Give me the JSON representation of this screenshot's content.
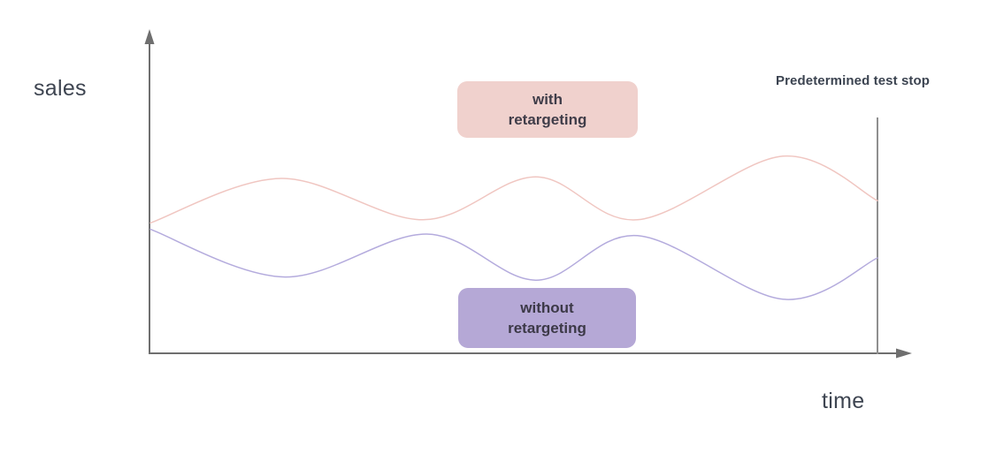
{
  "page": {
    "background": "#ffffff"
  },
  "chart_data": {
    "type": "line",
    "title": "",
    "xlabel": "time",
    "ylabel": "sales",
    "annotation": "Predetermined test stop",
    "axes_numeric": false,
    "grid": false,
    "x_range": [
      0,
      10
    ],
    "y_range": [
      0,
      10
    ],
    "series": [
      {
        "name": "with retargeting",
        "color": "#f0c6c1",
        "x": [
          0,
          1.8,
          3.75,
          5.3,
          6.7,
          8.7,
          10
        ],
        "y": [
          4.1,
          5.5,
          4.2,
          5.55,
          4.2,
          6.2,
          4.8
        ]
      },
      {
        "name": "without retargeting",
        "color": "#b4abdd",
        "x": [
          0,
          1.85,
          3.8,
          5.3,
          6.7,
          8.7,
          10
        ],
        "y": [
          3.9,
          2.4,
          3.75,
          2.3,
          3.7,
          1.7,
          3.0
        ]
      }
    ],
    "test_stop_x": 10,
    "legend_position": "inline-boxes"
  },
  "legend": [
    {
      "label": "with\nretargeting",
      "bg": "#f0d1cd",
      "text_color": "#403d49"
    },
    {
      "label": "without\nretargeting",
      "bg": "#b5a8d6",
      "text_color": "#3c3947"
    }
  ],
  "colors": {
    "axis": "#6f6f6f",
    "test_stop_line": "#8f8f8f",
    "label_text": "#3e4551"
  }
}
